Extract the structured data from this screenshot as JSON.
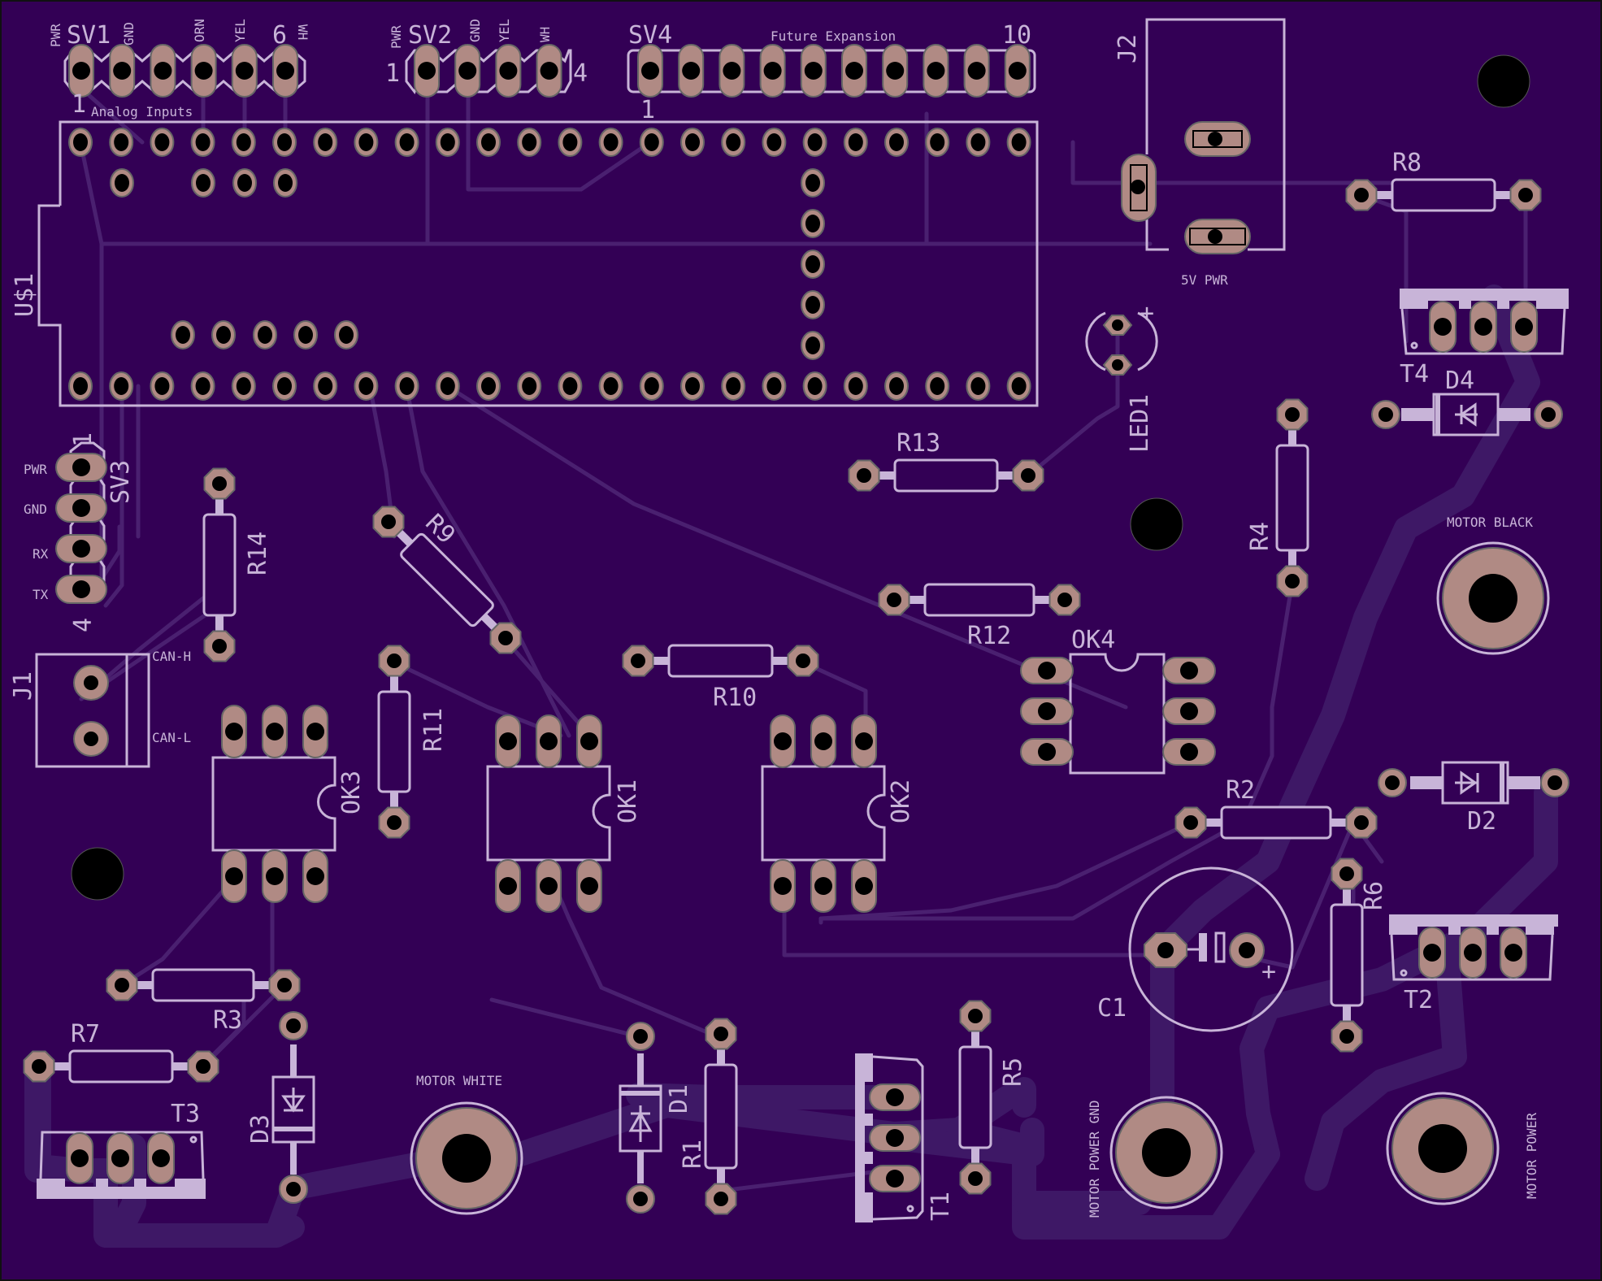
{
  "app": {
    "title": "PCB Board Layout"
  },
  "colors": {
    "board": "#330055",
    "silkscreen": "#c8b4d8",
    "copper_pad": "#b08a84",
    "trace": "#4a2070",
    "drill": "#000000"
  },
  "headers": {
    "sv1": {
      "name": "SV1",
      "pin_first": "1",
      "pin_last": "6",
      "pins": [
        "PWR",
        "GND",
        "",
        "ORN",
        "YEL",
        "WH"
      ],
      "group_label": "Analog Inputs"
    },
    "sv2": {
      "name": "SV2",
      "pin_first": "1",
      "pin_last": "4",
      "pins": [
        "PWR",
        "GND",
        "YEL",
        "WH"
      ]
    },
    "sv3": {
      "name": "SV3",
      "pin_first": "1",
      "pin_last": "4",
      "pins": [
        "PWR",
        "GND",
        "RX",
        "TX"
      ]
    },
    "sv4": {
      "name": "SV4",
      "pin_first": "1",
      "pin_last": "10",
      "group_label": "Future Expansion"
    }
  },
  "connectors": {
    "j1": {
      "name": "J1",
      "pins": [
        "CAN-H",
        "CAN-L"
      ]
    },
    "j2": {
      "name": "J2",
      "label": "5V PWR"
    }
  },
  "module": {
    "name": "U$1"
  },
  "resistors": {
    "r1": "R1",
    "r2": "R2",
    "r3": "R3",
    "r4": "R4",
    "r5": "R5",
    "r6": "R6",
    "r7": "R7",
    "r8": "R8",
    "r9": "R9",
    "r10": "R10",
    "r11": "R11",
    "r12": "R12",
    "r13": "R13",
    "r14": "R14"
  },
  "optocouplers": {
    "ok1": "OK1",
    "ok2": "OK2",
    "ok3": "OK3",
    "ok4": "OK4"
  },
  "diodes": {
    "d1": "D1",
    "d2": "D2",
    "d3": "D3",
    "d4": "D4"
  },
  "transistors": {
    "t1": "T1",
    "t2": "T2",
    "t3": "T3",
    "t4": "T4"
  },
  "capacitor": {
    "name": "C1",
    "polarity": "+"
  },
  "led": {
    "name": "LED1",
    "polarity": "+"
  },
  "terminals": {
    "motor_black": "MOTOR BLACK",
    "motor_white": "MOTOR WHITE",
    "motor_power_gnd": "MOTOR POWER GND",
    "motor_power": "MOTOR POWER"
  }
}
